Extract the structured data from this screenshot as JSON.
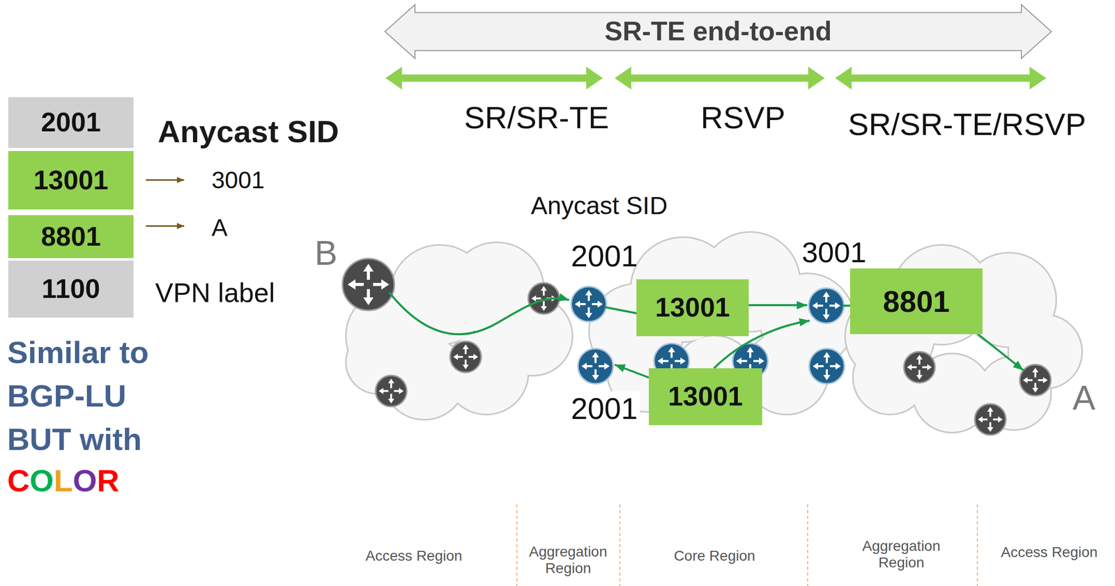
{
  "diagram": {
    "nodes": [
      {
        "text": [
          "SR-TE end-to-end"
        ]
      },
      {
        "text": [
          "2001"
        ]
      },
      {
        "text": [
          "13001"
        ]
      },
      {
        "text": [
          "8801"
        ]
      },
      {
        "text": [
          "1100"
        ]
      },
      {
        "text": [
          "13001"
        ]
      },
      {
        "text": [
          "8801"
        ]
      },
      {
        "text": [
          "13001"
        ]
      }
    ],
    "labels": [
      "Anycast SID",
      "3001",
      "A",
      "VPN label",
      "Similar to BGP-LU BUT with",
      "COLOR",
      "SR/SR-TE",
      "RSVP",
      "SR/SR-TE/RSVP",
      "Anycast SID",
      "B",
      "2001",
      "3001",
      "2001",
      "A",
      "Access Region",
      "Aggregation Region",
      "Core Region",
      "Aggregation Region",
      "Access Region"
    ]
  }
}
